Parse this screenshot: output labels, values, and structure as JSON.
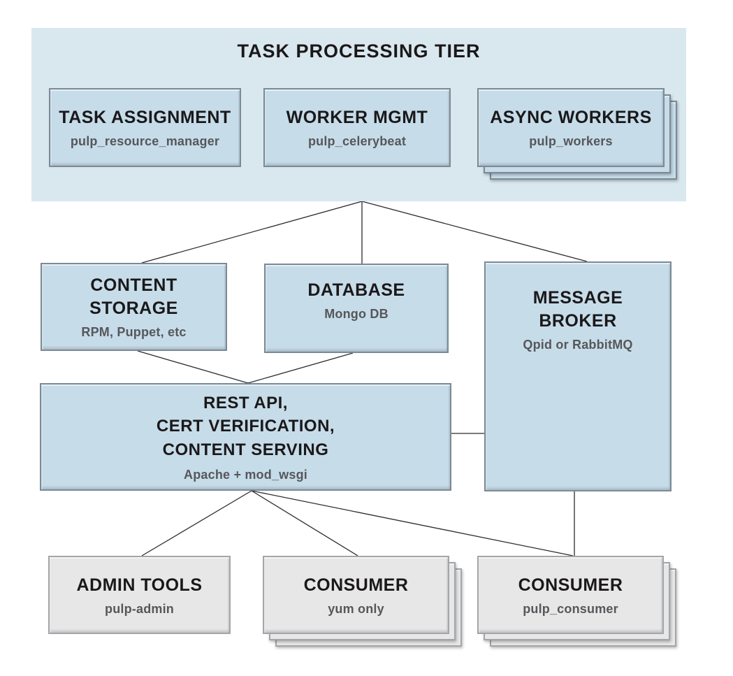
{
  "colors": {
    "tier_bg": "#d9e8ef",
    "node_blue": "#c6dce9",
    "node_blue_border": "#7b8a94",
    "node_gray": "#e7e7e8",
    "node_gray_border": "#a3a6a9",
    "line": "#2e2b2c",
    "title_text": "#1b181a",
    "subtitle_text": "#56575a"
  },
  "tier": {
    "title": "TASK PROCESSING TIER"
  },
  "nodes": {
    "task_assignment": {
      "title": "TASK ASSIGNMENT",
      "subtitle": "pulp_resource_manager"
    },
    "worker_mgmt": {
      "title": "WORKER MGMT",
      "subtitle": "pulp_celerybeat"
    },
    "async_workers": {
      "title": "ASYNC WORKERS",
      "subtitle": "pulp_workers"
    },
    "content_storage": {
      "title": [
        "CONTENT",
        "STORAGE"
      ],
      "subtitle": "RPM, Puppet, etc"
    },
    "database": {
      "title": "DATABASE",
      "subtitle": "Mongo DB"
    },
    "message_broker": {
      "title": [
        "MESSAGE",
        "BROKER"
      ],
      "subtitle": "Qpid or RabbitMQ"
    },
    "rest_api": {
      "title": [
        "REST API,",
        "CERT VERIFICATION,",
        "CONTENT SERVING"
      ],
      "subtitle": "Apache + mod_wsgi"
    },
    "admin_tools": {
      "title": "ADMIN TOOLS",
      "subtitle": "pulp-admin"
    },
    "consumer_yum": {
      "title": "CONSUMER",
      "subtitle": "yum only"
    },
    "consumer_pulp": {
      "title": "CONSUMER",
      "subtitle": "pulp_consumer"
    }
  }
}
